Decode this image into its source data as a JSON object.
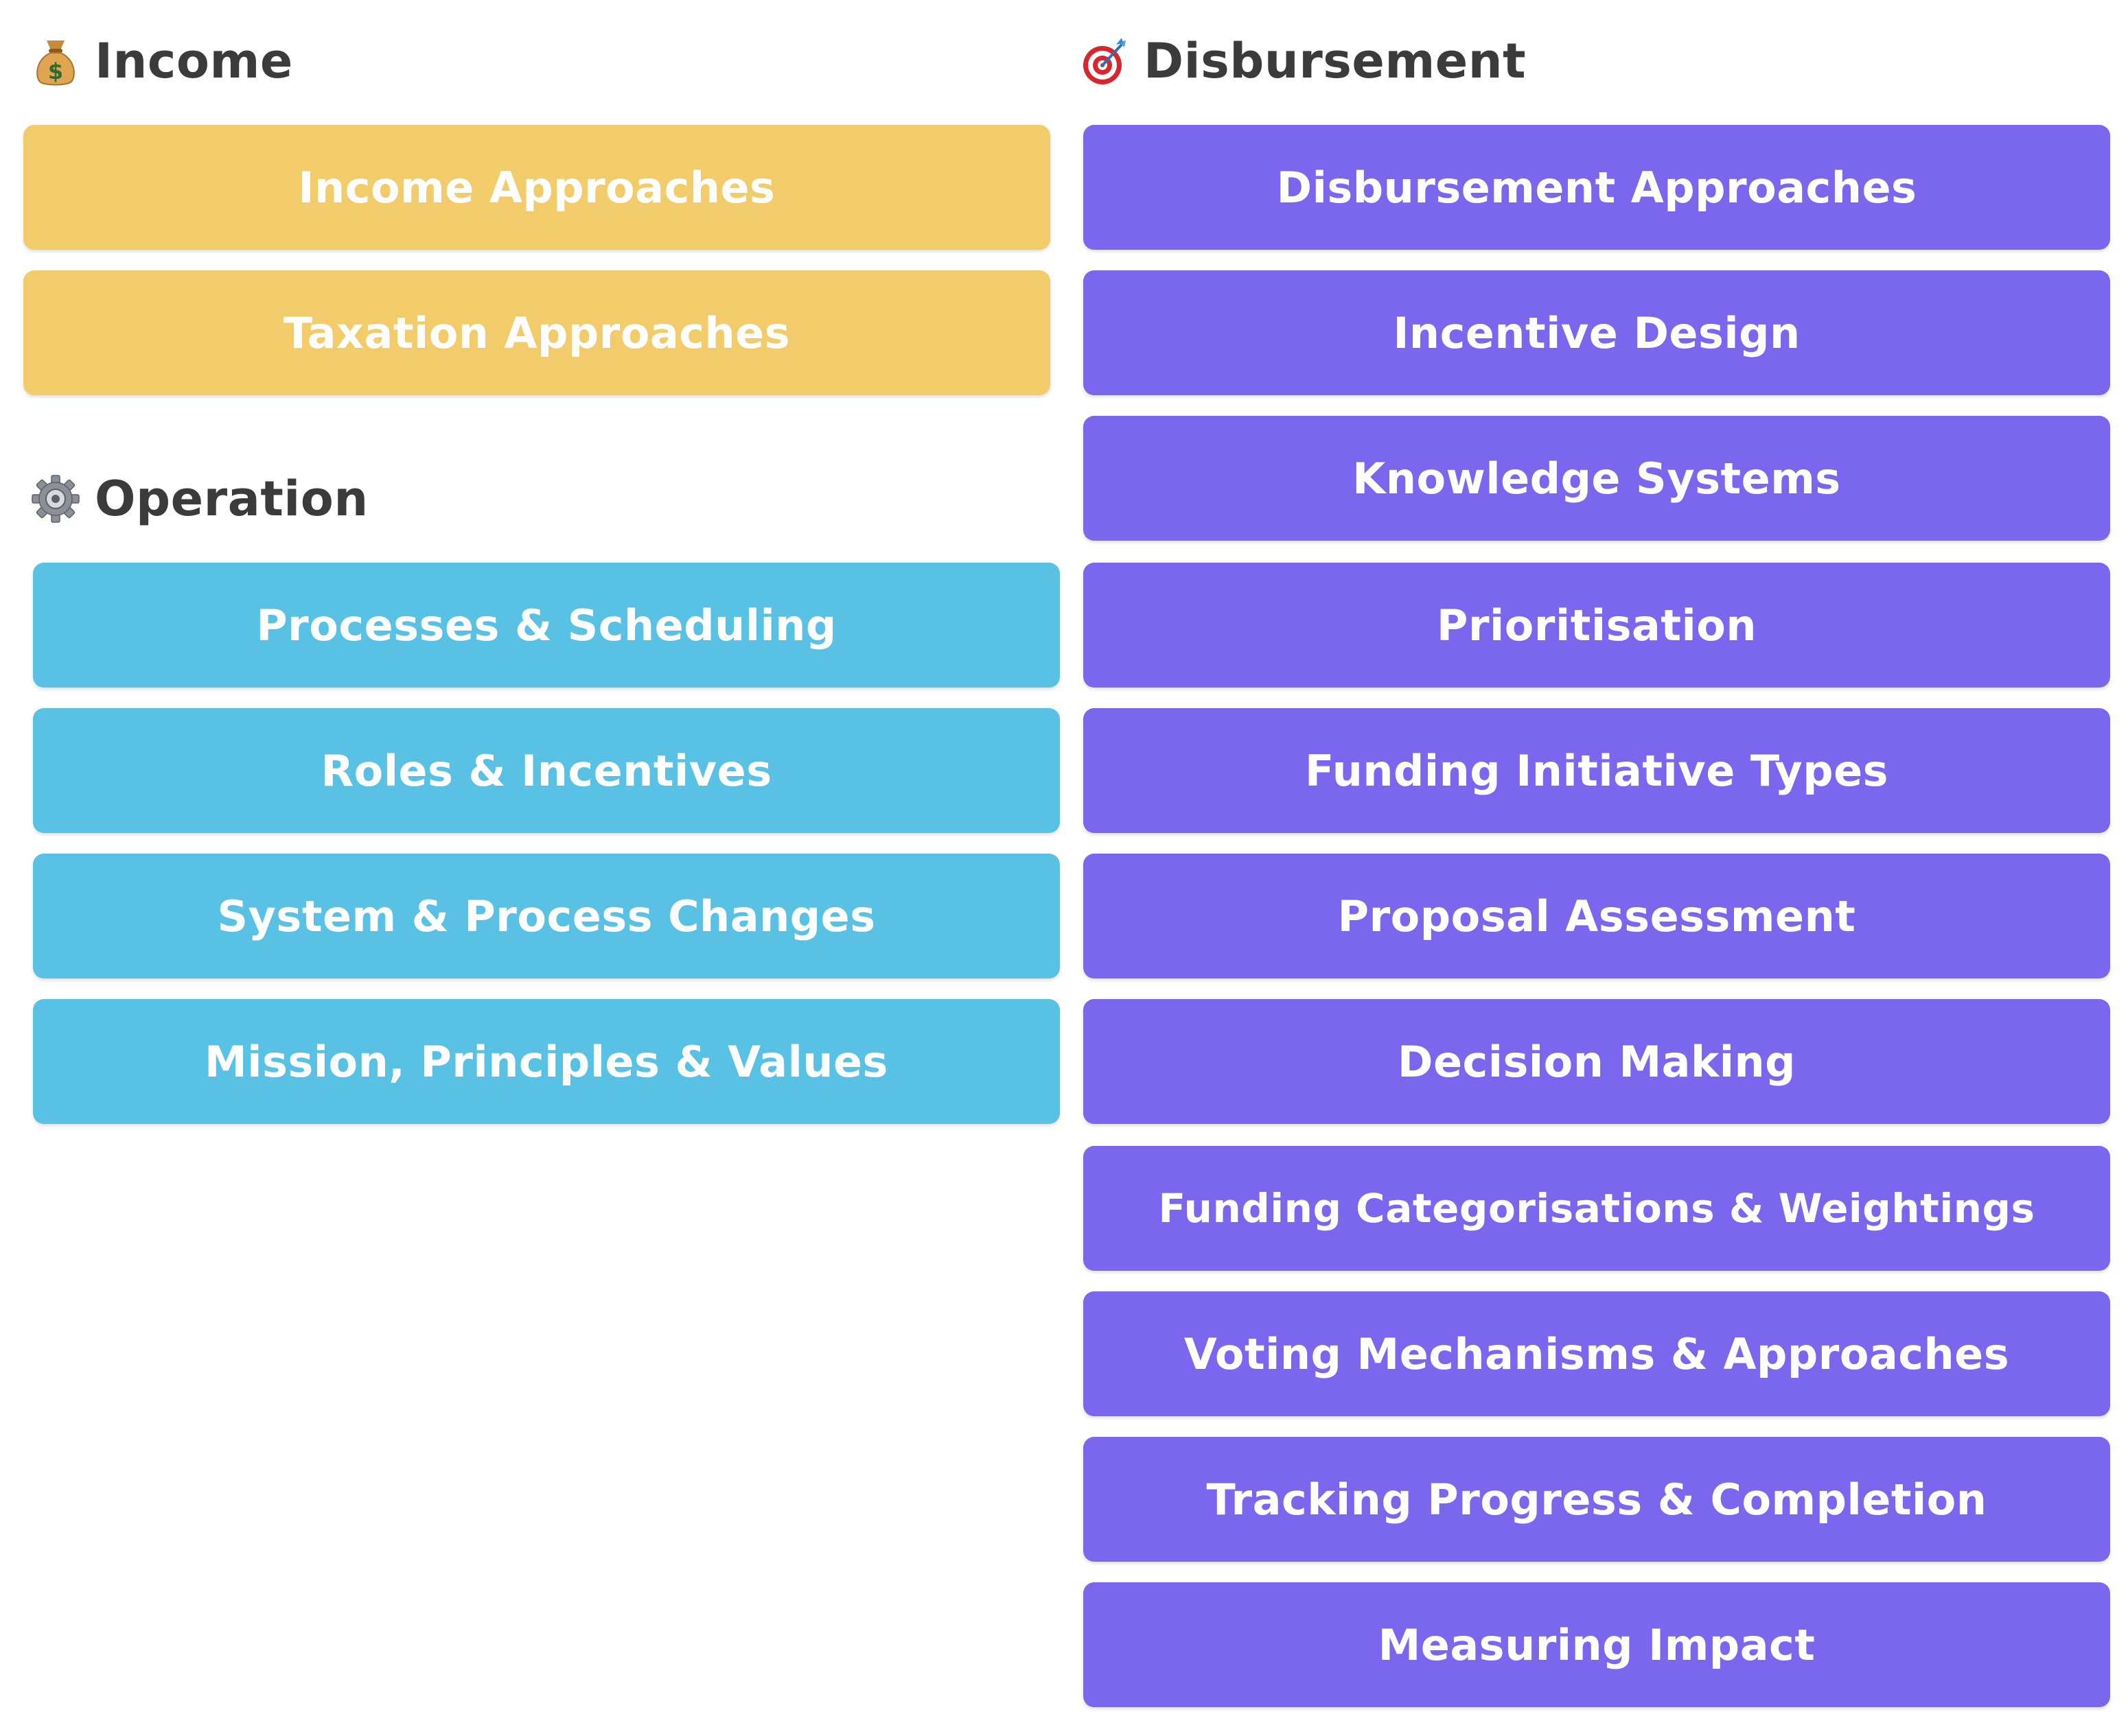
{
  "colors": {
    "income": "#f2cb6b",
    "operation": "#58c1e4",
    "disbursement": "#7b67ee",
    "heading_text": "#3b3b3b",
    "card_text": "#ffffff"
  },
  "income": {
    "icon": "money-bag-icon",
    "heading": "Income",
    "items": [
      "Income Approaches",
      "Taxation Approaches"
    ]
  },
  "operation": {
    "icon": "gear-icon",
    "heading": "Operation",
    "items": [
      "Processes & Scheduling",
      "Roles & Incentives",
      "System & Process Changes",
      "Mission, Principles & Values"
    ]
  },
  "disbursement": {
    "icon": "target-dart-icon",
    "heading": "Disbursement",
    "items": [
      "Disbursement Approaches",
      "Incentive Design",
      "Knowledge Systems",
      "Prioritisation",
      "Funding Initiative Types",
      "Proposal Assessment",
      "Decision Making",
      "Funding Categorisations & Weightings",
      "Voting Mechanisms & Approaches",
      "Tracking Progress & Completion",
      "Measuring Impact"
    ]
  }
}
